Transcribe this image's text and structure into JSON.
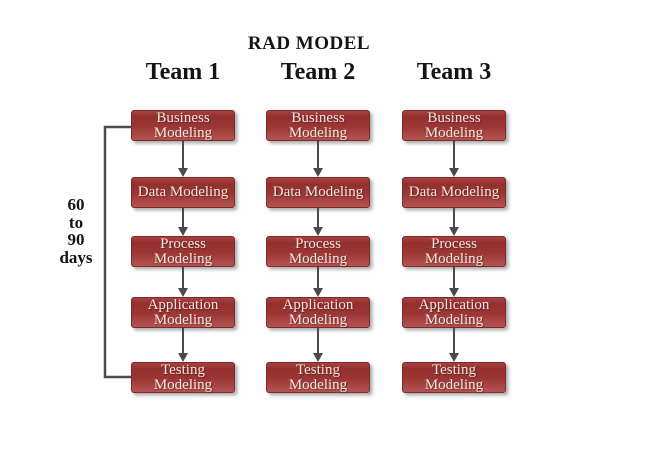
{
  "title": "RAD MODEL",
  "duration_label": "60\nto\n90\ndays",
  "columns": [
    {
      "header": "Team 1",
      "stages": [
        "Business\nModeling",
        "Data Modeling",
        "Process\nModeling",
        "Application\nModeling",
        "Testing\nModeling"
      ]
    },
    {
      "header": "Team 2",
      "stages": [
        "Business\nModeling",
        "Data Modeling",
        "Process\nModeling",
        "Application\nModeling",
        "Testing\nModeling"
      ]
    },
    {
      "header": "Team 3",
      "stages": [
        "Business\nModeling",
        "Data Modeling",
        "Process\nModeling",
        "Application\nModeling",
        "Testing\nModeling"
      ]
    }
  ],
  "colors": {
    "box_top": "#93302e",
    "box_bottom": "#b35351",
    "box_border": "#7e2a29",
    "box_text": "#f2e7e1",
    "connector": "#4a4a4a",
    "label_text": "#141414",
    "background": "#fefefe"
  }
}
